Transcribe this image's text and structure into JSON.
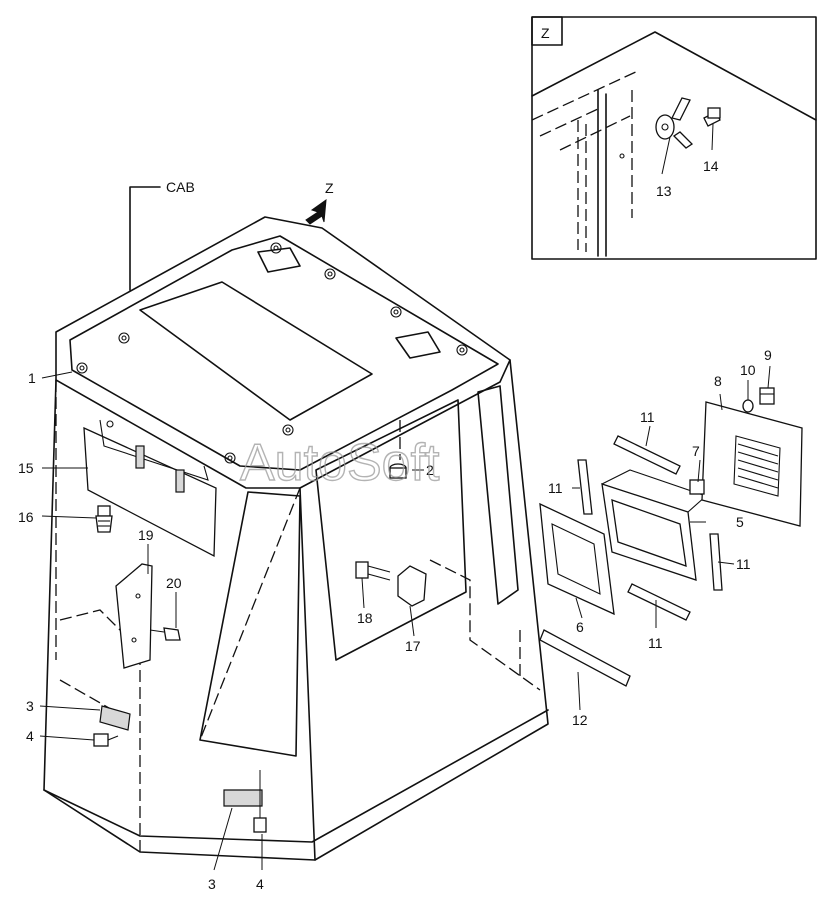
{
  "diagram": {
    "labels": {
      "cab": "CAB",
      "view_arrow": "Z",
      "inset_tag": "Z"
    },
    "callouts": [
      "1",
      "2",
      "3",
      "4",
      "5",
      "6",
      "7",
      "8",
      "9",
      "10",
      "11",
      "12",
      "13",
      "14",
      "15",
      "16",
      "17",
      "18",
      "19",
      "20"
    ],
    "callout_instances": {
      "p1": "1",
      "p2": "2",
      "p3a": "3",
      "p3b": "3",
      "p4a": "4",
      "p4b": "4",
      "p5": "5",
      "p6": "6",
      "p7": "7",
      "p8": "8",
      "p9": "9",
      "p10": "10",
      "p11a": "11",
      "p11b": "11",
      "p11c": "11",
      "p11d": "11",
      "p12": "12",
      "p13": "13",
      "p14": "14",
      "p15": "15",
      "p16": "16",
      "p17": "17",
      "p18": "18",
      "p19": "19",
      "p20": "20"
    },
    "watermark": "AutoSoft"
  }
}
